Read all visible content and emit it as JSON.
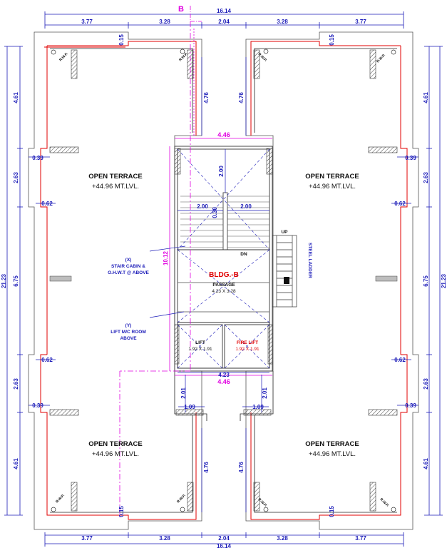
{
  "section_marker": "B",
  "overall": {
    "width": "16.14",
    "depth": "21.23"
  },
  "top_dims": [
    "3.77",
    "3.28",
    "2.04",
    "3.28",
    "3.77"
  ],
  "bottom_dims": [
    "3.77",
    "3.28",
    "2.04",
    "3.28",
    "3.77"
  ],
  "left_dims": [
    "4.61",
    "2.63",
    "6.75",
    "2.63",
    "4.61"
  ],
  "right_dims": [
    "4.61",
    "2.63",
    "6.75",
    "2.63",
    "4.61"
  ],
  "small_dims": {
    "d015": "0.15",
    "d039": "0.39",
    "d062": "0.62",
    "d476": "4.76",
    "d201": "2.01",
    "d109": "1.09"
  },
  "core": {
    "width_top": "4.46",
    "width_bottom": "4.46",
    "inner_width": "4.23",
    "height": "10.12",
    "stair_depth": "2.00",
    "flight_left": "2.00",
    "flight_right": "2.00",
    "landing_gap": "0.30"
  },
  "terraces": {
    "label": "OPEN TERRACE",
    "level": "+44.96 MT.LVL."
  },
  "rwp": "R.W.P.",
  "building": {
    "name": "BLDG.-B"
  },
  "passage": {
    "label": "PASSAGE",
    "size": "4.23 X 3.28"
  },
  "lift": {
    "label": "LIFT",
    "size": "1.92 X 1.91"
  },
  "fire_lift": {
    "label": "FIRE LIFT",
    "size": "1.92 X 1.91"
  },
  "stair": {
    "up": "UP",
    "dn": "DN",
    "ladder": "STEEL LADDER"
  },
  "notes": {
    "x_tag": "(X)",
    "x_line1": "STAIR CABIN &",
    "x_line2": "O.H.W.T @ ABOVE",
    "y_tag": "(Y)",
    "y_line1": "LIFT M/C ROOM",
    "y_line2": "ABOVE"
  },
  "colors": {
    "dimension": "#1a1ab8",
    "wall": "#e00000",
    "marker": "#e000e0",
    "outline": "#222222"
  }
}
